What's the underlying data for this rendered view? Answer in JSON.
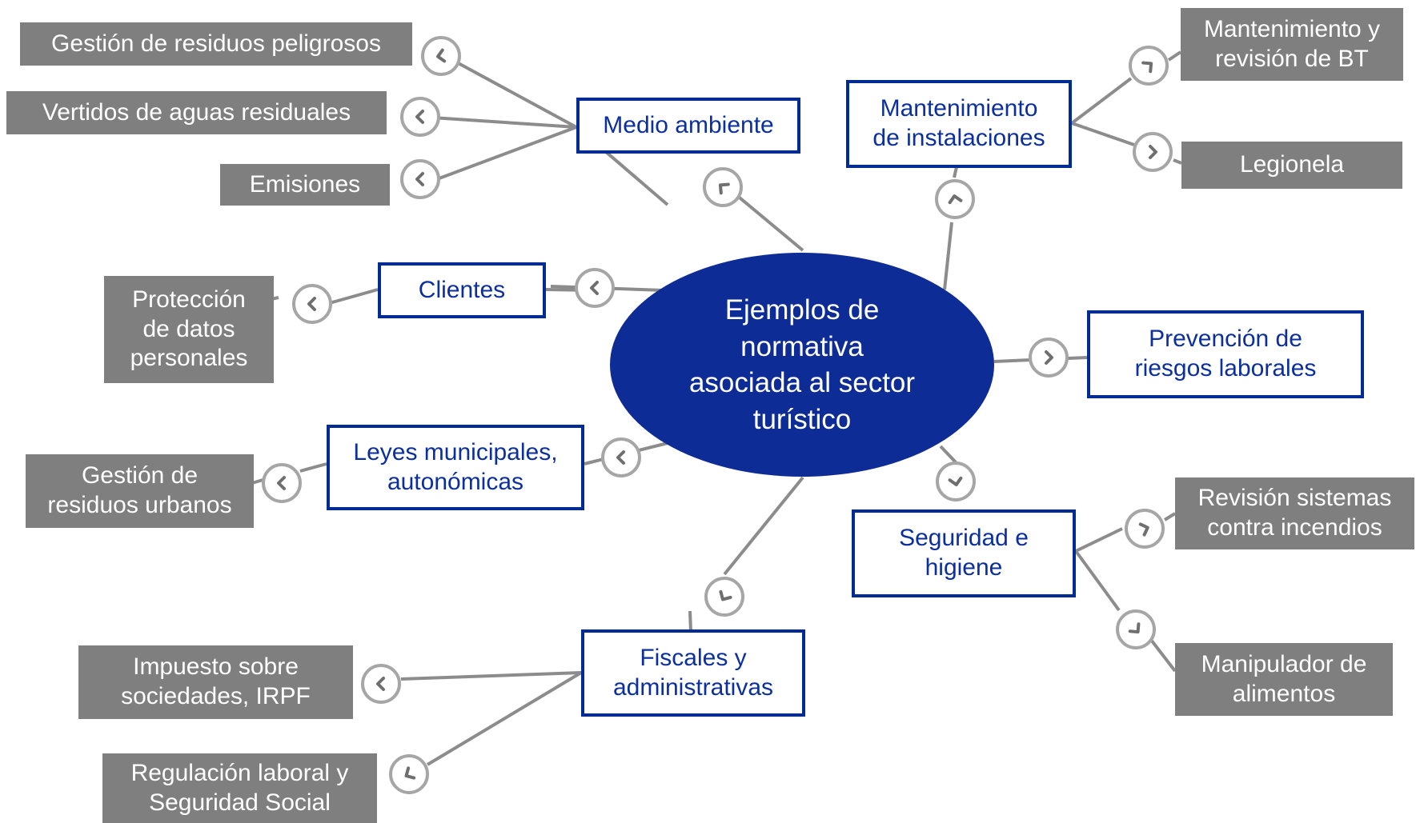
{
  "center": {
    "text": "Ejemplos de\nnormativa\nasociada al sector\nturístico"
  },
  "categories": {
    "medio_ambiente": "Medio ambiente",
    "clientes": "Clientes",
    "leyes": "Leyes municipales,\nautonómicas",
    "fiscales": "Fiscales y\nadministrativas",
    "mantenimiento": "Mantenimiento\nde instalaciones",
    "prevencion": "Prevención de\nriesgos laborales",
    "seguridad": "Seguridad e\nhigiene"
  },
  "leaves": {
    "residuos_peligrosos": "Gestión de residuos peligrosos",
    "vertidos": "Vertidos de aguas residuales",
    "emisiones": "Emisiones",
    "proteccion_datos": "Protección\nde datos\npersonales",
    "residuos_urbanos": "Gestión de\nresiduos urbanos",
    "impuesto": "Impuesto sobre\nsociedades, IRPF",
    "regulacion": "Regulación laboral y\nSeguridad Social",
    "mantenimiento_bt": "Mantenimiento y\nrevisión de BT",
    "legionela": "Legionela",
    "incendios": "Revisión sistemas\ncontra incendios",
    "manipulador": "Manipulador de\nalimentos"
  },
  "colors": {
    "center_fill": "#0e2c96",
    "category_border": "#002b94",
    "category_text": "#0b2f9e",
    "leaf_fill": "#7f7f7f",
    "connector_line": "#8c8c8c",
    "connector_ring": "#a6a6a6"
  },
  "icons": {
    "connector": "arrow-chevron-icon"
  }
}
